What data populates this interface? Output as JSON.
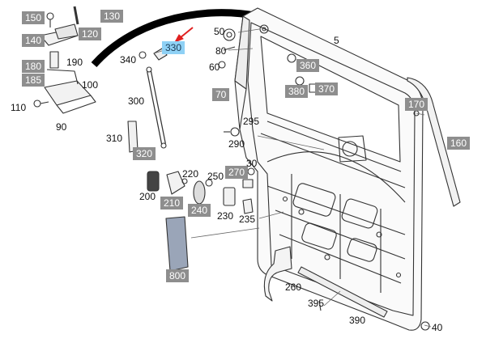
{
  "callouts": {
    "c150": "150",
    "c130": "130",
    "c140": "140",
    "c120": "120",
    "c180": "180",
    "c190": "190",
    "c185": "185",
    "c100": "100",
    "c110": "110",
    "c90": "90",
    "c300": "300",
    "c340": "340",
    "c330": "330",
    "c50": "50",
    "c80": "80",
    "c60": "60",
    "c70": "70",
    "c5": "5",
    "c360": "360",
    "c380": "380",
    "c370": "370",
    "c170": "170",
    "c160": "160",
    "c310": "310",
    "c320": "320",
    "c295": "295",
    "c290": "290",
    "c30": "30",
    "c270": "270",
    "c220": "220",
    "c250": "250",
    "c200": "200",
    "c210": "210",
    "c240": "240",
    "c230": "230",
    "c235": "235",
    "c800": "800",
    "c260": "260",
    "c395": "395",
    "c390": "390",
    "c40": "40"
  },
  "colors": {
    "tag_fill": "#8e8e8e",
    "highlight_fill": "#8fd1f5",
    "pointer_arrow": "#e02020",
    "line_art": "#333333"
  },
  "highlighted_part": "330"
}
